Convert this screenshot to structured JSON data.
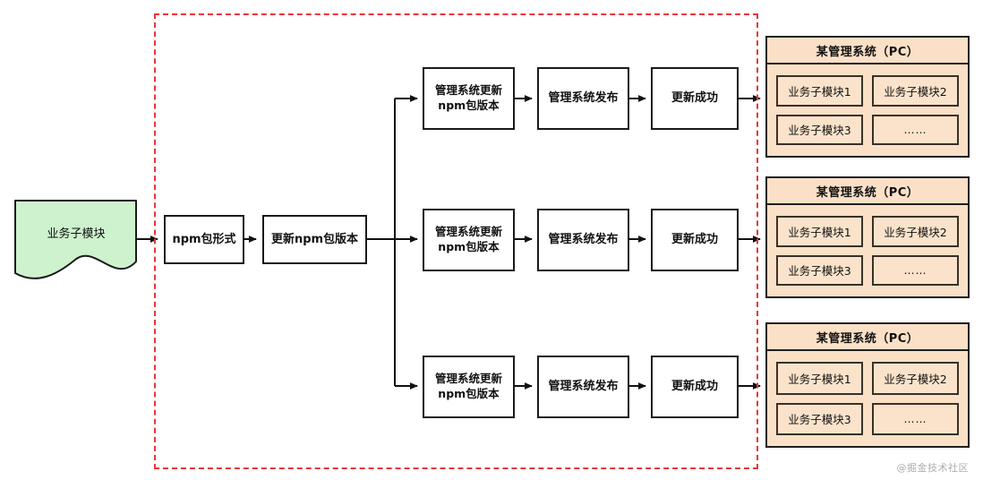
{
  "diagram": {
    "source": {
      "label": "业务子模块",
      "shape": "document",
      "fill": "#cdf2cd",
      "stroke": "#1a1a1a"
    },
    "boundary": {
      "style": "dashed",
      "color": "#e8363b"
    },
    "pipeline_head": [
      {
        "id": "npm-form",
        "label": "npm包形式"
      },
      {
        "id": "update-npm-version",
        "label": "更新npm包版本"
      }
    ],
    "branches": [
      {
        "id": "branch-1",
        "steps": [
          {
            "id": "sys-update-npm-1",
            "label": "管理系统更新\nnpm包版本"
          },
          {
            "id": "sys-release-1",
            "label": "管理系统发布"
          },
          {
            "id": "update-success-1",
            "label": "更新成功"
          }
        ]
      },
      {
        "id": "branch-2",
        "steps": [
          {
            "id": "sys-update-npm-2",
            "label": "管理系统更新\nnpm包版本"
          },
          {
            "id": "sys-release-2",
            "label": "管理系统发布"
          },
          {
            "id": "update-success-2",
            "label": "更新成功"
          }
        ]
      },
      {
        "id": "branch-3",
        "steps": [
          {
            "id": "sys-update-npm-3",
            "label": "管理系统更新\nnpm包版本"
          },
          {
            "id": "sys-release-3",
            "label": "管理系统发布"
          },
          {
            "id": "update-success-3",
            "label": "更新成功"
          }
        ]
      }
    ],
    "systems": [
      {
        "id": "system-1",
        "title": "某管理系统（PC）",
        "fill": "#fae0c6",
        "modules": [
          "业务子模块1",
          "业务子模块2",
          "业务子模块3",
          "……"
        ]
      },
      {
        "id": "system-2",
        "title": "某管理系统（PC）",
        "fill": "#fae0c6",
        "modules": [
          "业务子模块1",
          "业务子模块2",
          "业务子模块3",
          "……"
        ]
      },
      {
        "id": "system-3",
        "title": "某管理系统（PC）",
        "fill": "#fae0c6",
        "modules": [
          "业务子模块1",
          "业务子模块2",
          "业务子模块3",
          "……"
        ]
      }
    ],
    "watermark": "@掘金技术社区"
  }
}
